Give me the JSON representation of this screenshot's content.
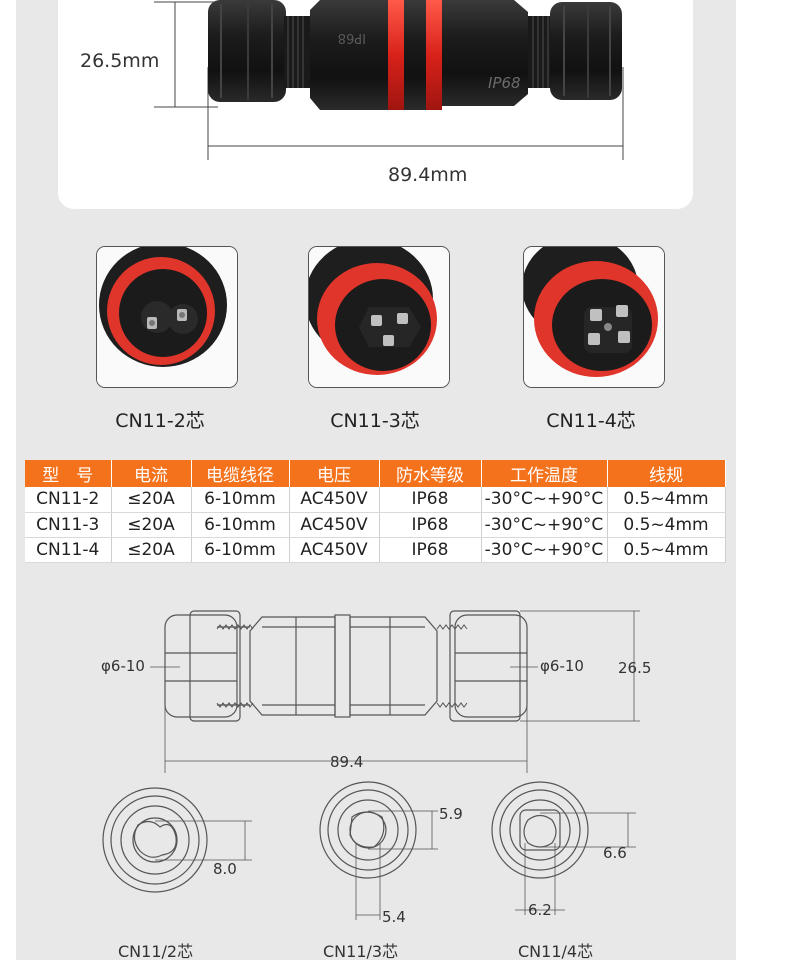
{
  "photo": {
    "height_label": "26.5mm",
    "length_label": "89.4mm",
    "body_marks": [
      "IP68",
      "IP68"
    ]
  },
  "variants": [
    {
      "label": "CN11-2芯",
      "pins": 2
    },
    {
      "label": "CN11-3芯",
      "pins": 3
    },
    {
      "label": "CN11-4芯",
      "pins": 4
    }
  ],
  "spec_table": {
    "headers": [
      "型　号",
      "电流",
      "电缆线径",
      "电压",
      "防水等级",
      "工作温度",
      "线规"
    ],
    "rows": [
      [
        "CN11-2",
        "≤20A",
        "6-10mm",
        "AC450V",
        "IP68",
        "-30°C~+90°C",
        "0.5~4mm"
      ],
      [
        "CN11-3",
        "≤20A",
        "6-10mm",
        "AC450V",
        "IP68",
        "-30°C~+90°C",
        "0.5~4mm"
      ],
      [
        "CN11-4",
        "≤20A",
        "6-10mm",
        "AC450V",
        "IP68",
        "-30°C~+90°C",
        "0.5~4mm"
      ]
    ]
  },
  "drawing": {
    "left_cable": "φ6-10",
    "right_cable": "φ6-10",
    "height": "26.5",
    "length": "89.4",
    "faces": [
      {
        "label": "CN11/2芯",
        "dims": [
          "8.0"
        ]
      },
      {
        "label": "CN11/3芯",
        "dims": [
          "5.9",
          "5.4"
        ]
      },
      {
        "label": "CN11/4芯",
        "dims": [
          "6.6",
          "6.2"
        ]
      }
    ]
  },
  "colors": {
    "accent": "#f4721c",
    "connector_body": "#1b1b1b",
    "seal_ring": "#e0352b",
    "panel": "#e8e8e8"
  }
}
